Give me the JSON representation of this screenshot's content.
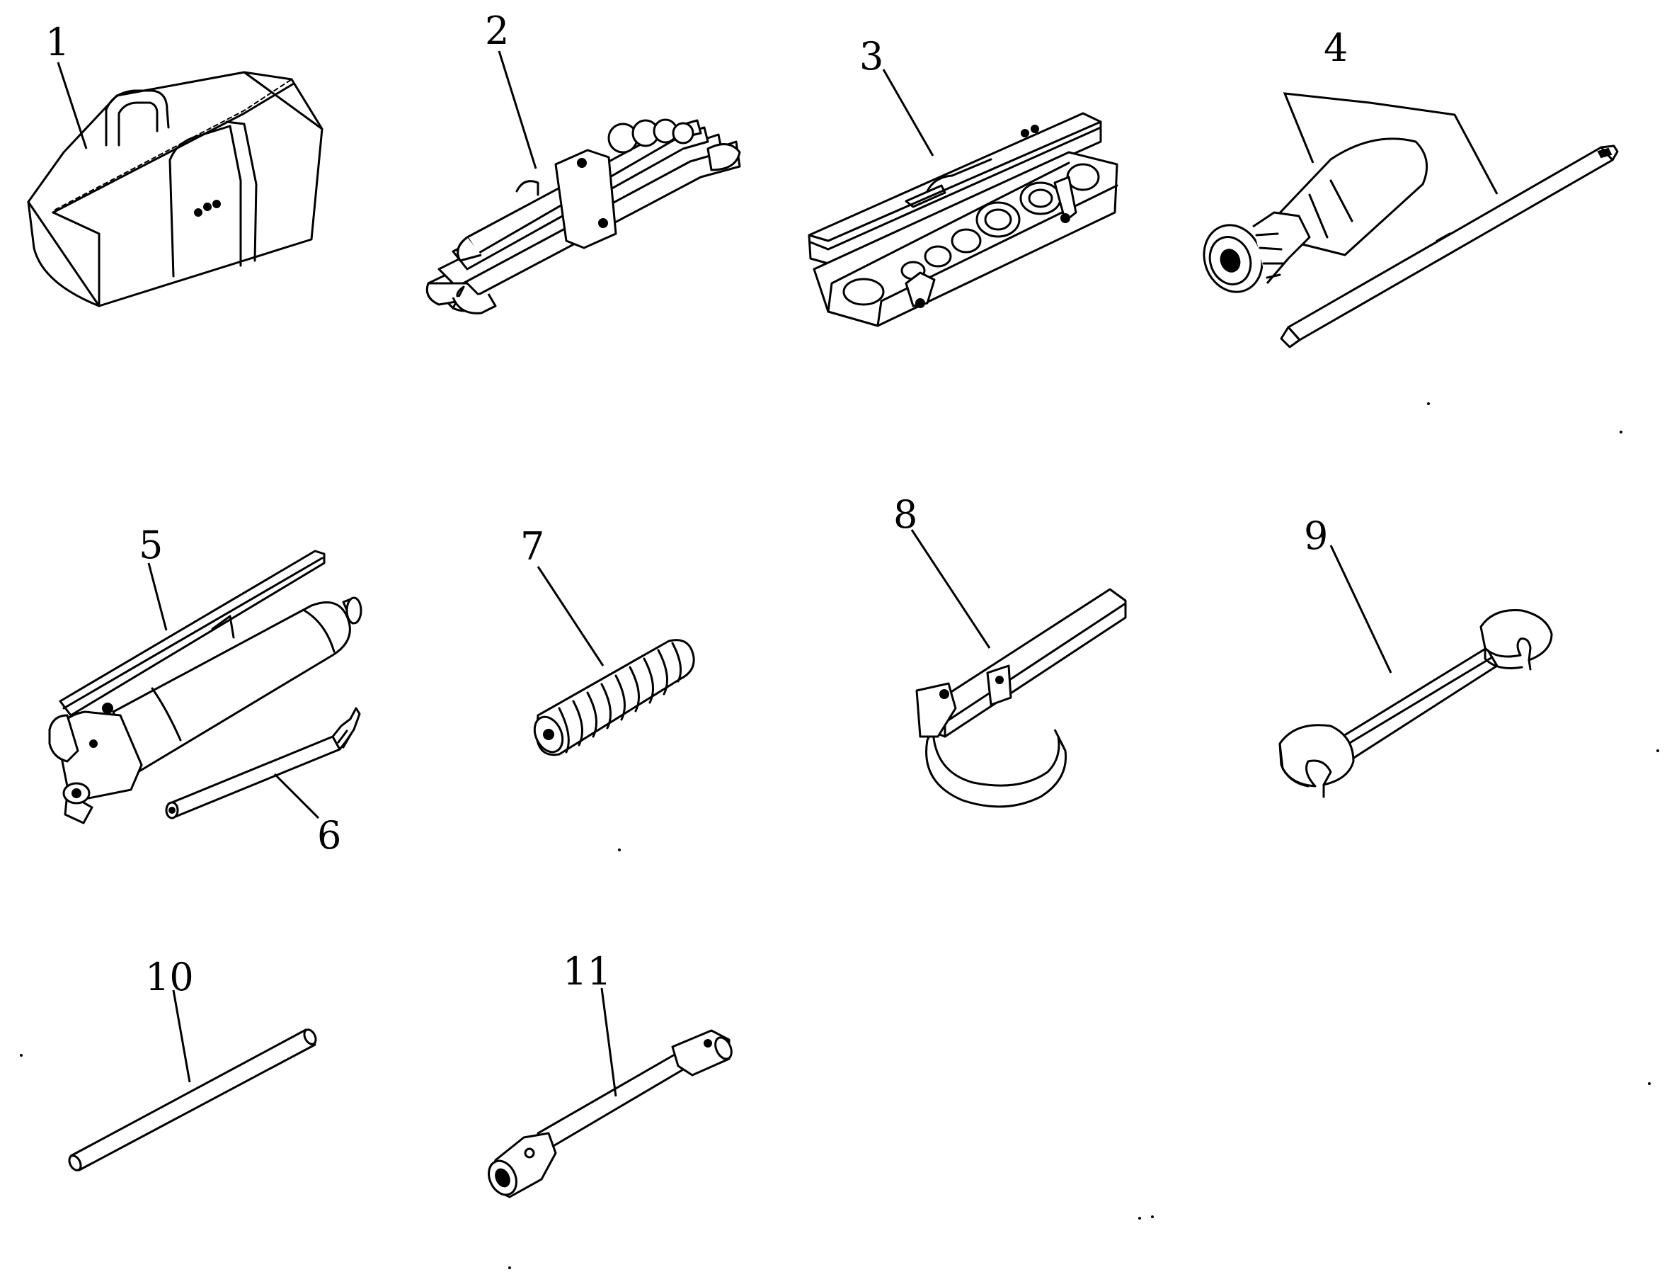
{
  "parts": [
    {
      "number": "1",
      "icon": "tool-bag-icon"
    },
    {
      "number": "2",
      "icon": "wrench-set-icon"
    },
    {
      "number": "3",
      "icon": "socket-case-icon"
    },
    {
      "number": "4",
      "icon": "screwdriver-icon"
    },
    {
      "number": "5",
      "icon": "grease-gun-icon"
    },
    {
      "number": "6",
      "icon": "grease-nozzle-tube-icon"
    },
    {
      "number": "7",
      "icon": "spring-icon"
    },
    {
      "number": "8",
      "icon": "filter-strap-wrench-icon"
    },
    {
      "number": "9",
      "icon": "open-end-wrench-icon"
    },
    {
      "number": "10",
      "icon": "tommy-bar-icon"
    },
    {
      "number": "11",
      "icon": "box-spanner-icon"
    }
  ],
  "colors": {
    "ink": "#000000",
    "paper": "#ffffff"
  }
}
